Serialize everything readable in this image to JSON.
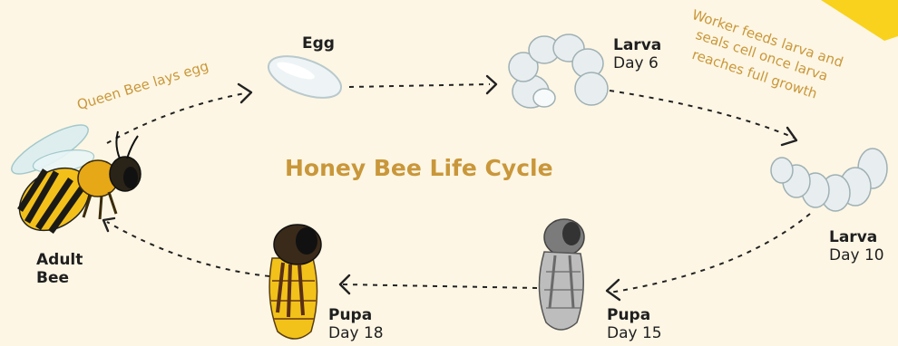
{
  "title": "Honey Bee Life Cycle",
  "accent_color": "#c9973a",
  "stages": {
    "egg": {
      "name": "Egg"
    },
    "larva_6": {
      "name": "Larva",
      "day": "Day 6"
    },
    "larva_10": {
      "name": "Larva",
      "day": "Day 10"
    },
    "pupa_15": {
      "name": "Pupa",
      "day": "Day 15"
    },
    "pupa_18": {
      "name": "Pupa",
      "day": "Day 18"
    },
    "adult": {
      "line1": "Adult",
      "line2": "Bee"
    }
  },
  "annotations": {
    "queen": "Queen Bee lays egg",
    "worker_1": "Worker feeds larva and",
    "worker_2": "seals cell once larva",
    "worker_3": "reaches full growth"
  }
}
